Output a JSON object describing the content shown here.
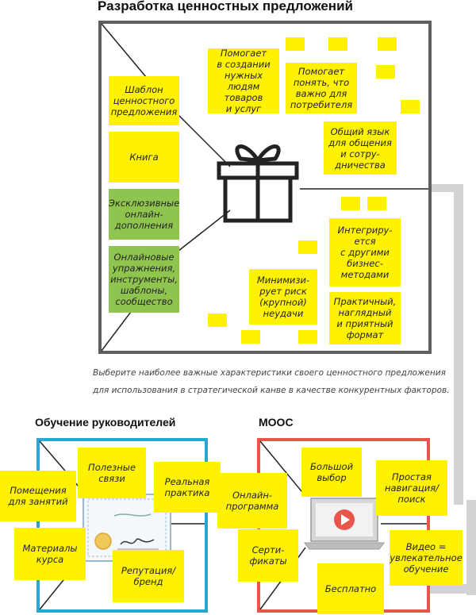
{
  "title": "Разработка ценностных предложений",
  "main_canvas": {
    "left_notes": [
      {
        "text": "Шаблон\nценностного\nпредложения",
        "color": "#fff200"
      },
      {
        "text": "Книга",
        "color": "#fff200"
      },
      {
        "text": "Эксклюзивные\nонлайн-\nдополнения",
        "color": "#8fc54f"
      },
      {
        "text": "Онлайновые\nупражнения,\nинструменты,\nшаблоны,\nсообщество",
        "color": "#8fc54f"
      }
    ],
    "right_notes": [
      "Помогает\nв создании\nнужных людям\nтоваров\nи услуг",
      "Помогает\nпонять, что\nважно для\nпотребителя",
      "Общий язык\nдля общения\nи сотру-\nдничества",
      "Интегриру-\nется\nс другими\nбизнес-\nметодами",
      "Минимизи-\nрует риск\n(крупной)\nнеудачи",
      "Практичный,\nнаглядный\nи приятный\nформат"
    ]
  },
  "caption": {
    "line1": "Выберите наиболее важные характеристики своего ценностного предложения",
    "line2": "для использования в стратегической канве в качестве конкурентных факторов."
  },
  "exec_canvas": {
    "label": "Обучение руководителей",
    "notes": [
      "Полезные\nсвязи",
      "Помещения\nдля занятий",
      "Реальная\nпрактика",
      "Материалы\nкурса",
      "Репутация/\nбренд"
    ]
  },
  "mooc_canvas": {
    "label": "MOOC",
    "notes": [
      "Большой\nвыбор",
      "Онлайн-\nпрограмма",
      "Простая\nнавигация/\nпоиск",
      "Серти-\nфикаты",
      "Видео =\nувлекательное\nобучение",
      "Бесплатно"
    ]
  },
  "colors": {
    "sticky_yellow": "#fff200",
    "sticky_green": "#8fc54f",
    "main_frame": "#5f5f5f",
    "exec_frame": "#2aa6d2",
    "mooc_frame": "#e8554a",
    "connector": "#d3d3d3"
  },
  "icons": [
    "gift-icon",
    "certificate-icon",
    "laptop-video-icon"
  ]
}
